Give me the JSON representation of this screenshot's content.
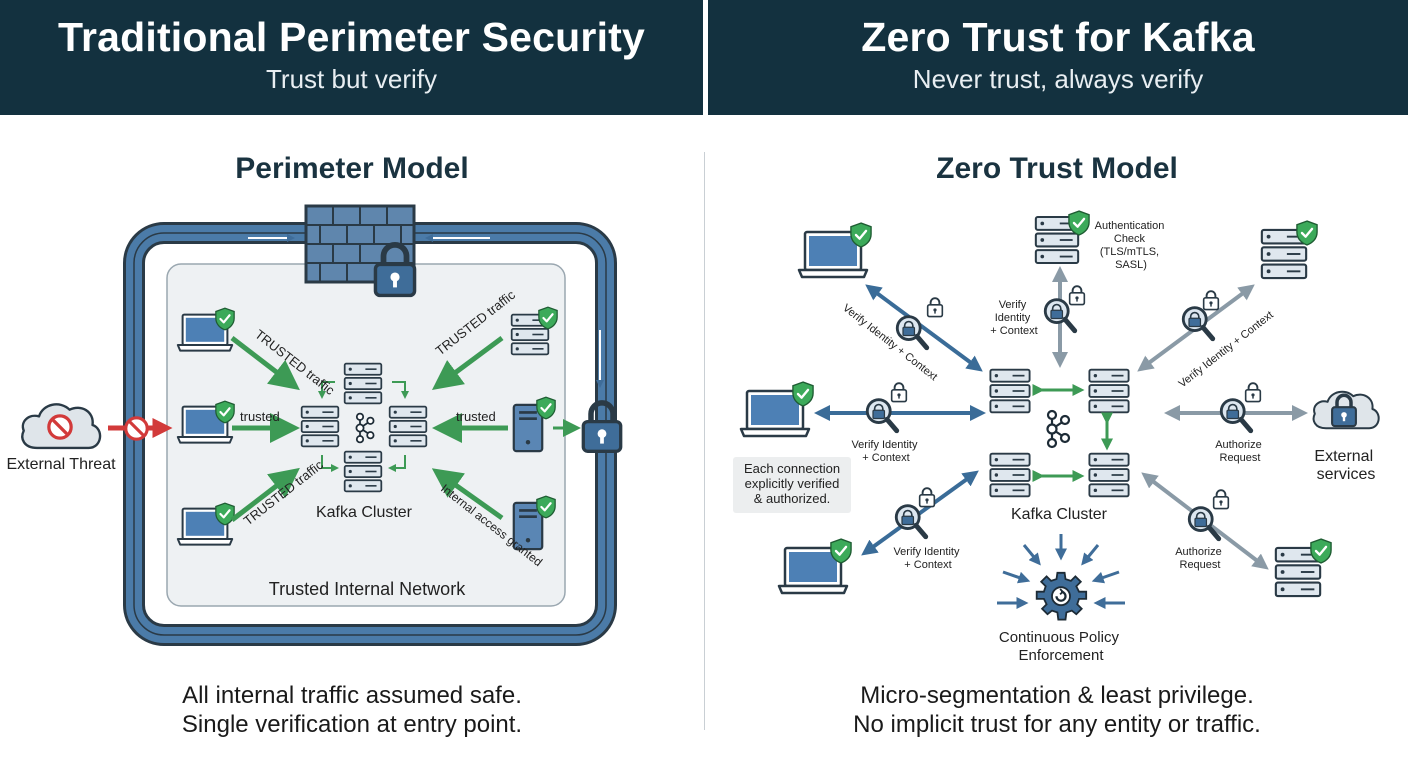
{
  "left": {
    "header": {
      "title": "Traditional Perimeter Security",
      "subtitle": "Trust but verify"
    },
    "panel_title": "Perimeter Model",
    "labels": {
      "trusted_traffic_1": "TRUSTED traffic",
      "trusted_traffic_2": "TRUSTED traffic",
      "trusted_traffic_3": "TRUSTED traffic",
      "trusted_1": "trusted",
      "trusted_2": "trusted",
      "internal_access": "Internal access granted",
      "cluster": "Kafka Cluster",
      "network": "Trusted Internal Network",
      "threat": "External Threat"
    },
    "caption_line1": "All internal traffic assumed safe.",
    "caption_line2": "Single verification at entry point."
  },
  "right": {
    "header": {
      "title": "Zero Trust for Kafka",
      "subtitle": "Never trust, always verify"
    },
    "panel_title": "Zero Trust Model",
    "labels": {
      "auth_check_1": "Authentication",
      "auth_check_2": "Check",
      "auth_check_3": "(TLS/mTLS,",
      "auth_check_4": "SASL)",
      "verify_top_1": "Verify",
      "verify_top_2": "Identity",
      "verify_top_3": "+ Context",
      "verify_ul": "Verify Identity + Context",
      "verify_ur": "Verify Identity + Context",
      "verify_l_1": "Verify Identity",
      "verify_l_2": "+ Context",
      "verify_ll_1": "Verify Identity",
      "verify_ll_2": "+ Context",
      "authorize_r_1": "Authorize",
      "authorize_r_2": "Request",
      "authorize_lr_1": "Authorize",
      "authorize_lr_2": "Request",
      "external_1": "External",
      "external_2": "services",
      "note_1": "Each connection",
      "note_2": "explicitly verified",
      "note_3": "& authorized.",
      "cluster": "Kafka Cluster",
      "policy_1": "Continuous Policy",
      "policy_2": "Enforcement"
    },
    "caption_line1": "Micro-segmentation & least privilege.",
    "caption_line2": "No implicit trust for any entity or traffic."
  },
  "colors": {
    "header_bg": "#13313f",
    "perimeter_blue": "#3f6d99",
    "trusted_green": "#3d9a55",
    "threat_red": "#d23a3a",
    "check_green": "#3caa5a",
    "zt_arrow_blue": "#3a6c98",
    "zt_arrow_gray": "#8a9aa6"
  },
  "icons": [
    "firewall-icon",
    "padlock-icon",
    "laptop-icon",
    "server-icon",
    "shield-check-icon",
    "magnifier-icon",
    "cloud-icon",
    "no-entry-icon",
    "kafka-icon",
    "gear-icon"
  ]
}
